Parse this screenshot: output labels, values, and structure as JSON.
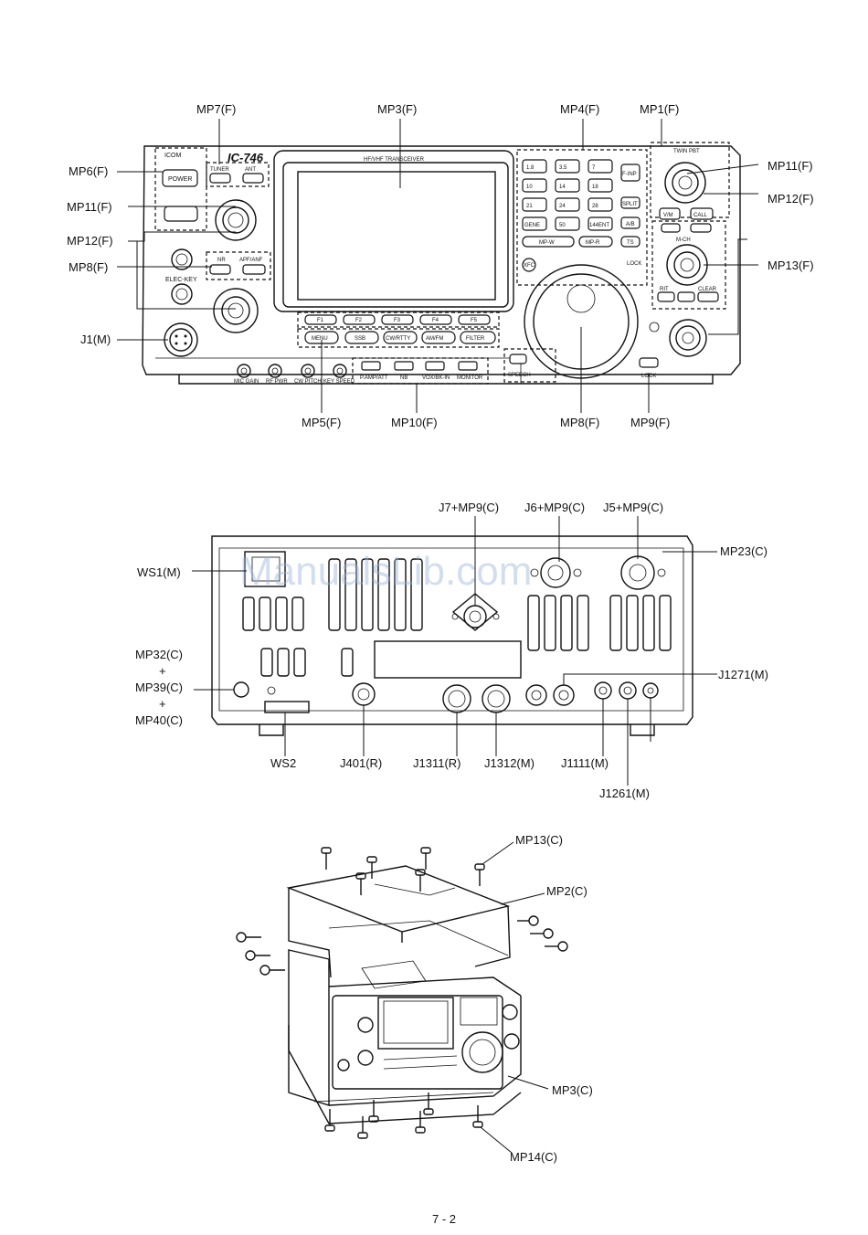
{
  "front_panel": {
    "model": "IC-746",
    "brand": "ICOM",
    "display_caption": "HF/VHF TRANSCEIVER",
    "buttons": {
      "power": "POWER",
      "tuner": "TUNER",
      "ant": "ANT",
      "nr": "NR",
      "apf_anf": "APF/ANF",
      "elec_key": "ELEC-KEY",
      "f1": "F1",
      "f2": "F2",
      "f3": "F3",
      "f4": "F4",
      "f5": "F5",
      "menu": "MENU",
      "ssb": "SSB",
      "cw_rtty": "CW/RTTY",
      "am_fm": "AM/FM",
      "filter": "FILTER",
      "f_inp": "F-INP",
      "split": "SPLIT",
      "ab": "A/B",
      "ts": "TS",
      "mp_w": "MP-W",
      "mp_r": "MP-R",
      "vm": "V/M",
      "call": "CALL",
      "rit": "RIT",
      "clear": "CLEAR",
      "lock": "LOCK",
      "speech": "SPEECH",
      "pamp_att": "P.AMP/ATT",
      "nb": "NB",
      "vox_bk_in": "VOX/BK-IN",
      "monitor": "MONITOR",
      "mic_gain": "MIC GAIN",
      "rf_pwr": "RF PWR",
      "cw_pitch": "CW PITCH",
      "key_speed": "KEY SPEED",
      "twin_pbt": "TWIN PBT",
      "m_ch": "M-CH",
      "xfc": "XFC"
    },
    "keypad": [
      "1.8",
      "3.5",
      "7",
      "10",
      "14",
      "18",
      "21",
      "24",
      "28",
      "GENE",
      "50",
      "144ENT"
    ],
    "callouts": {
      "mp7": "MP7(F)",
      "mp3": "MP3(F)",
      "mp4": "MP4(F)",
      "mp1": "MP1(F)",
      "mp6": "MP6(F)",
      "mp11_left": "MP11(F)",
      "mp12_left": "MP12(F)",
      "mp8_left": "MP8(F)",
      "j1": "J1(M)",
      "mp11_right": "MP11(F)",
      "mp12_right": "MP12(F)",
      "mp13": "MP13(F)",
      "mp5": "MP5(F)",
      "mp10": "MP10(F)",
      "mp8_bottom": "MP8(F)",
      "mp9": "MP9(F)"
    }
  },
  "rear_panel": {
    "callouts": {
      "j7": "J7+MP9(C)",
      "j6": "J6+MP9(C)",
      "j5": "J5+MP9(C)",
      "mp23": "MP23(C)",
      "ws1": "WS1(M)",
      "mp32": "MP32(C)",
      "plus1": "+",
      "mp39": "MP39(C)",
      "plus2": "+",
      "mp40": "MP40(C)",
      "j1271": "J1271(M)",
      "ws2": "WS2",
      "j401": "J401(R)",
      "j1311": "J1311(R)",
      "j1312": "J1312(M)",
      "j1111": "J1111(M)",
      "j1261": "J1261(M)"
    },
    "watermark": "ManualsLib.com"
  },
  "exploded_view": {
    "callouts": {
      "mp13": "MP13(C)",
      "mp2": "MP2(C)",
      "mp3": "MP3(C)",
      "mp14": "MP14(C)"
    }
  },
  "page_number": "7 - 2"
}
